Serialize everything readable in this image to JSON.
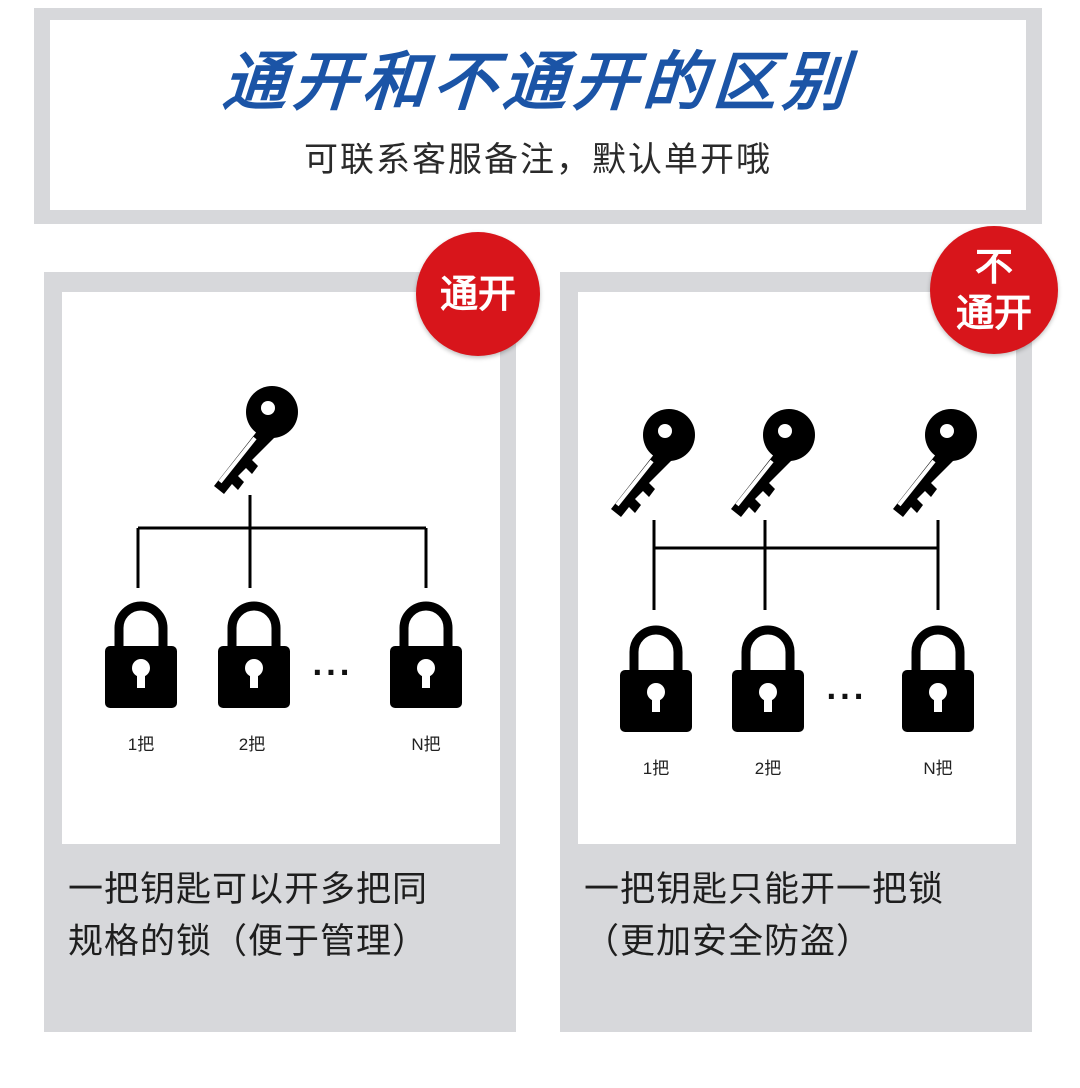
{
  "header": {
    "title": "通开和不通开的区别",
    "subtitle": "可联系客服备注，默认单开哦"
  },
  "left_panel": {
    "badge": "通开",
    "icons": {
      "key": "key-icon",
      "lock": "padlock-icon"
    },
    "lock_labels": [
      "1把",
      "2把",
      "N把"
    ],
    "ellipsis": "···",
    "caption_line1": "一把钥匙可以开多把同",
    "caption_line2": "规格的锁（便于管理）"
  },
  "right_panel": {
    "badge_line1": "不",
    "badge_line2": "通开",
    "icons": {
      "key": "key-icon",
      "lock": "padlock-icon"
    },
    "lock_labels": [
      "1把",
      "2把",
      "N把"
    ],
    "ellipsis": "···",
    "caption_line1": "一把钥匙只能开一把锁",
    "caption_line2": "（更加安全防盗）"
  },
  "colors": {
    "title_blue": "#1b54a6",
    "badge_red": "#d8151b",
    "panel_gray": "#d7d8db",
    "icon_black": "#000000"
  }
}
